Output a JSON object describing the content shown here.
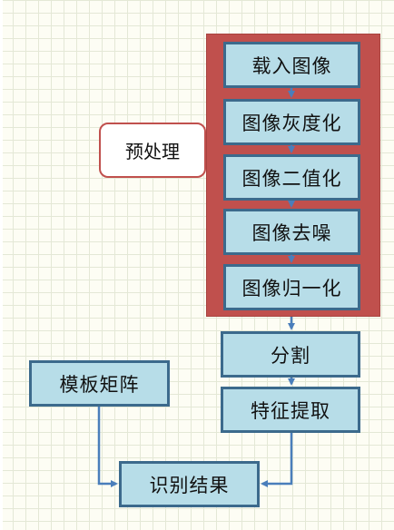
{
  "diagram": {
    "preprocess_label": "预处理",
    "preprocess_steps": [
      "载入图像",
      "图像灰度化",
      "图像二值化",
      "图像去噪",
      "图像归一化"
    ],
    "segmentation": "分割",
    "feature_extraction": "特征提取",
    "template_matrix": "模板矩阵",
    "recognition_result": "识别结果",
    "colors": {
      "box_fill": "#b7dde8",
      "box_border": "#3c6a8c",
      "panel_fill": "#c0504d",
      "arrow": "#4a7ebb"
    }
  }
}
